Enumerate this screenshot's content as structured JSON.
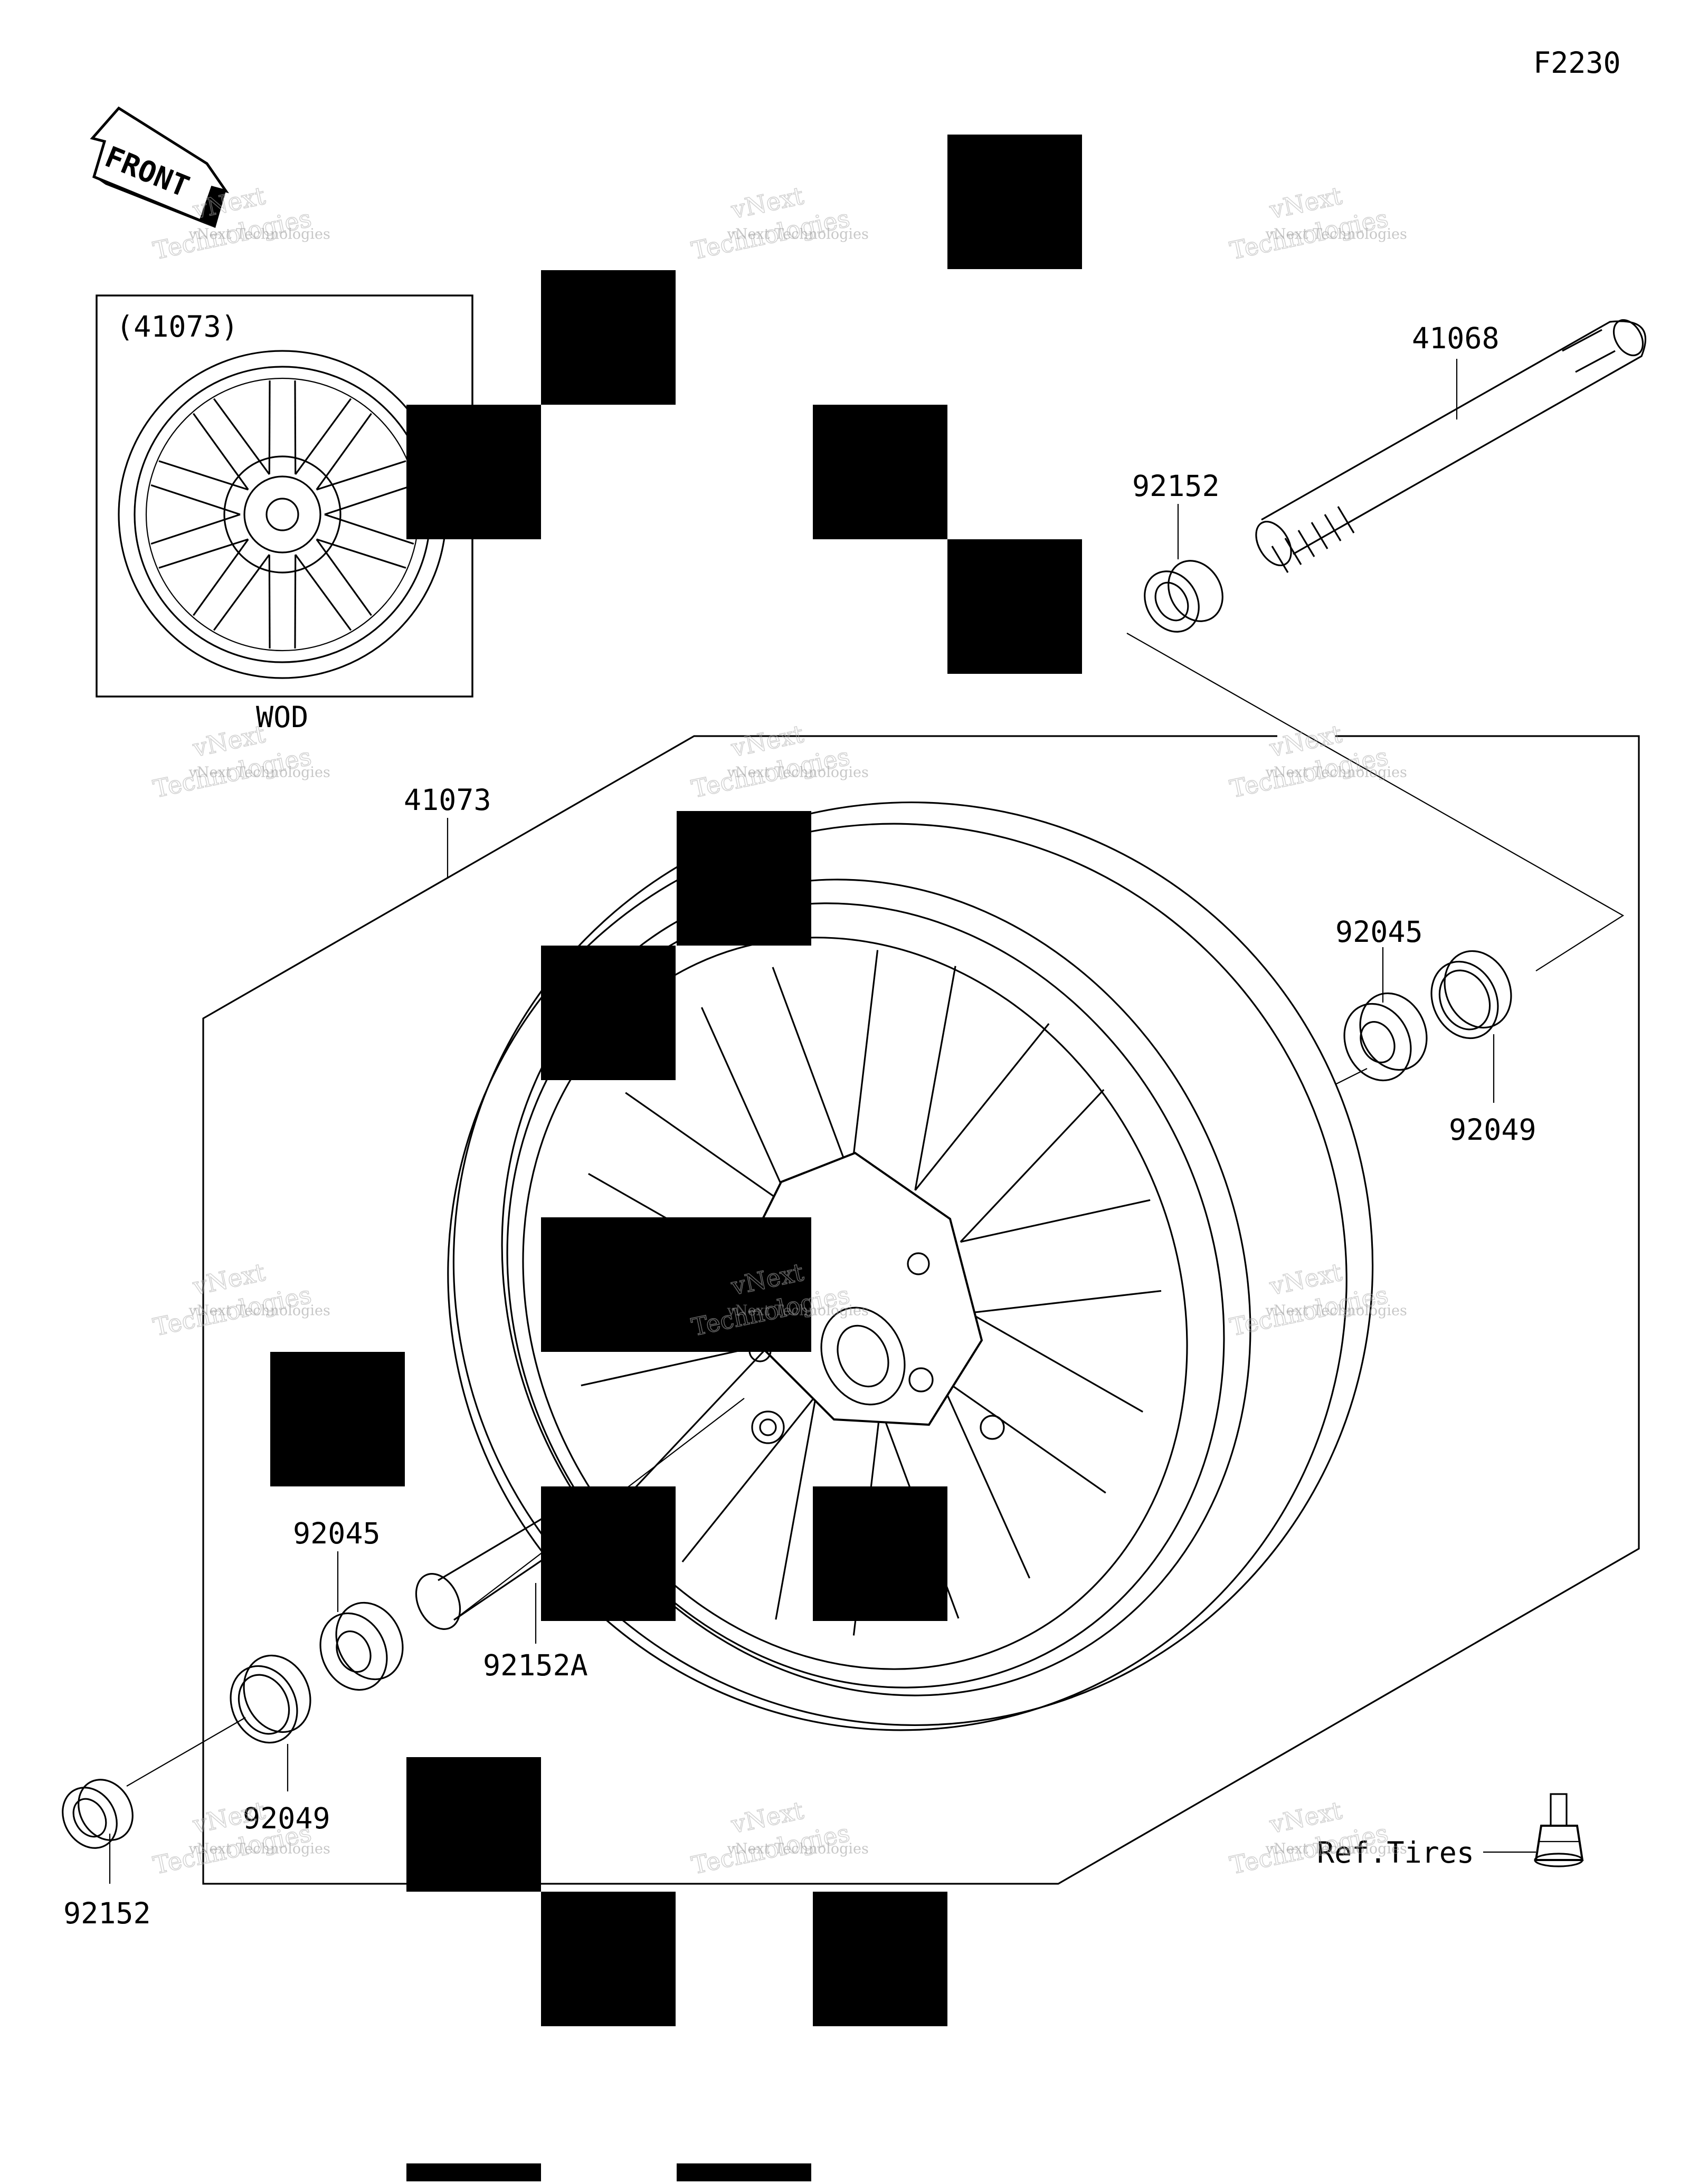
{
  "diagram": {
    "figure_code": "F2230",
    "direction_label": "FRONT",
    "inset": {
      "label": "(41073)",
      "caption": "WOD"
    },
    "parts": [
      {
        "id": "part-41068",
        "label": "41068"
      },
      {
        "id": "part-92152-top",
        "label": "92152"
      },
      {
        "id": "part-41073",
        "label": "41073"
      },
      {
        "id": "part-92045-right",
        "label": "92045"
      },
      {
        "id": "part-92049-right",
        "label": "92049"
      },
      {
        "id": "part-92045-left",
        "label": "92045"
      },
      {
        "id": "part-92152a",
        "label": "92152A"
      },
      {
        "id": "part-92049-left",
        "label": "92049"
      },
      {
        "id": "part-92152-bottom",
        "label": "92152"
      },
      {
        "id": "ref-tires",
        "label": "Ref.Tires"
      }
    ],
    "watermark": {
      "line1": "vNext Technologies",
      "line2": "vNext",
      "line3": "Technologies"
    }
  }
}
